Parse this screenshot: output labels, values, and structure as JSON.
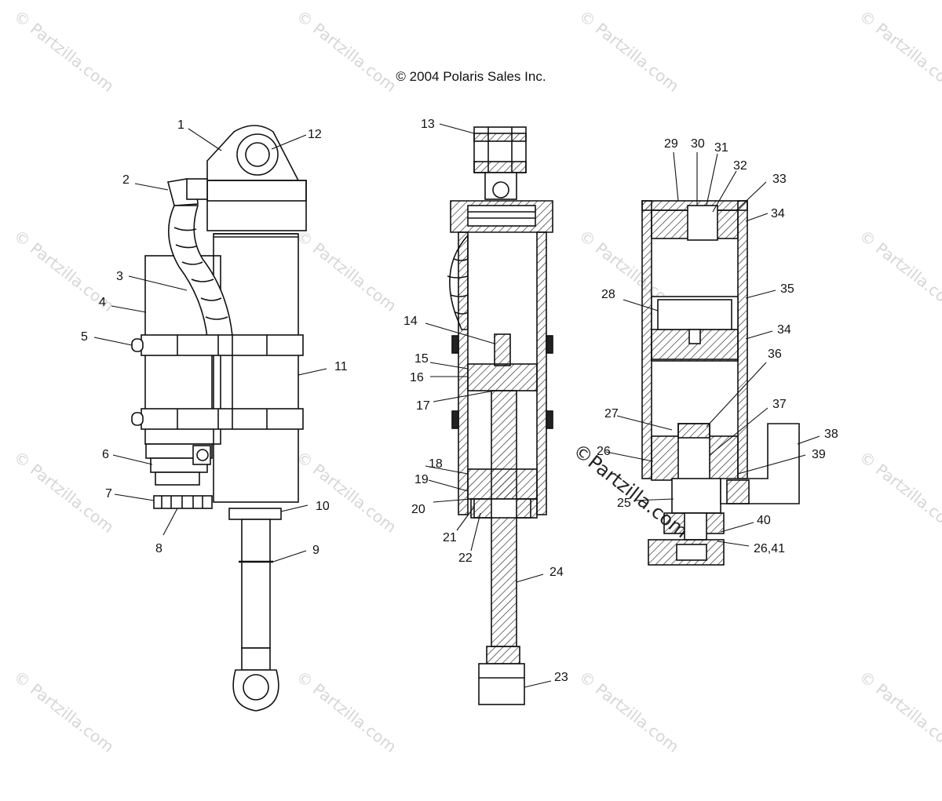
{
  "copyright": "© 2004 Polaris Sales Inc.",
  "watermark": "© Partzilla.com",
  "watermark_center": "©Partzilla.com",
  "callouts": [
    {
      "id": "1",
      "label": "1"
    },
    {
      "id": "2",
      "label": "2"
    },
    {
      "id": "3",
      "label": "3"
    },
    {
      "id": "4",
      "label": "4"
    },
    {
      "id": "5",
      "label": "5"
    },
    {
      "id": "6",
      "label": "6"
    },
    {
      "id": "7",
      "label": "7"
    },
    {
      "id": "8",
      "label": "8"
    },
    {
      "id": "9",
      "label": "9"
    },
    {
      "id": "10",
      "label": "10"
    },
    {
      "id": "11",
      "label": "11"
    },
    {
      "id": "12",
      "label": "12"
    },
    {
      "id": "13",
      "label": "13"
    },
    {
      "id": "14",
      "label": "14"
    },
    {
      "id": "15",
      "label": "15"
    },
    {
      "id": "16",
      "label": "16"
    },
    {
      "id": "17",
      "label": "17"
    },
    {
      "id": "18",
      "label": "18"
    },
    {
      "id": "19",
      "label": "19"
    },
    {
      "id": "20",
      "label": "20"
    },
    {
      "id": "21",
      "label": "21"
    },
    {
      "id": "22",
      "label": "22"
    },
    {
      "id": "23",
      "label": "23"
    },
    {
      "id": "24",
      "label": "24"
    },
    {
      "id": "25",
      "label": "25"
    },
    {
      "id": "26a",
      "label": "26"
    },
    {
      "id": "27",
      "label": "27"
    },
    {
      "id": "28",
      "label": "28"
    },
    {
      "id": "29",
      "label": "29"
    },
    {
      "id": "30",
      "label": "30"
    },
    {
      "id": "31",
      "label": "31"
    },
    {
      "id": "32",
      "label": "32"
    },
    {
      "id": "33",
      "label": "33"
    },
    {
      "id": "34a",
      "label": "34"
    },
    {
      "id": "34b",
      "label": "34"
    },
    {
      "id": "35",
      "label": "35"
    },
    {
      "id": "36",
      "label": "36"
    },
    {
      "id": "37",
      "label": "37"
    },
    {
      "id": "38",
      "label": "38"
    },
    {
      "id": "39",
      "label": "39"
    },
    {
      "id": "40",
      "label": "40"
    },
    {
      "id": "2641",
      "label": "26,41"
    }
  ]
}
